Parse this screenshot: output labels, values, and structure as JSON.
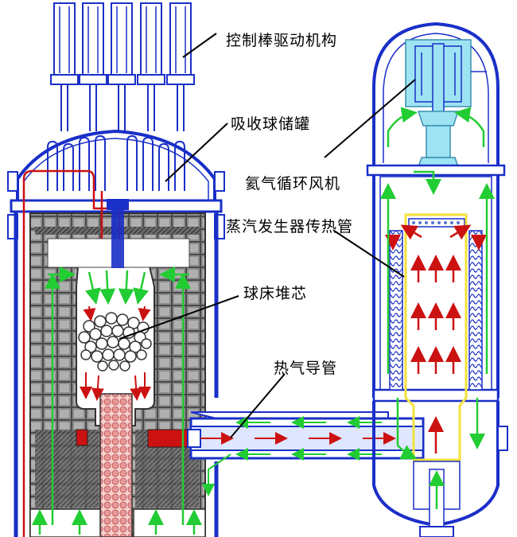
{
  "labels": {
    "control_rod_drive": "控制棒驱动机构",
    "absorber_ball_tank": "吸收球储罐",
    "helium_blower": "氦气循环风机",
    "sg_heat_tubes": "蒸汽发生器传热管",
    "pebble_bed_core": "球床堆芯",
    "hot_gas_duct": "热气导管"
  },
  "colors": {
    "vessel_blue": "#1a2fc8",
    "flow_green": "#22cc33",
    "hot_red": "#cc1111",
    "tube_yellow": "#f3e23a",
    "blower_cyan": "#9de3f2",
    "graphite_gray": "#707070",
    "dark_gray": "#3a3a3a",
    "pebble_pink": "#f2b6b6"
  }
}
